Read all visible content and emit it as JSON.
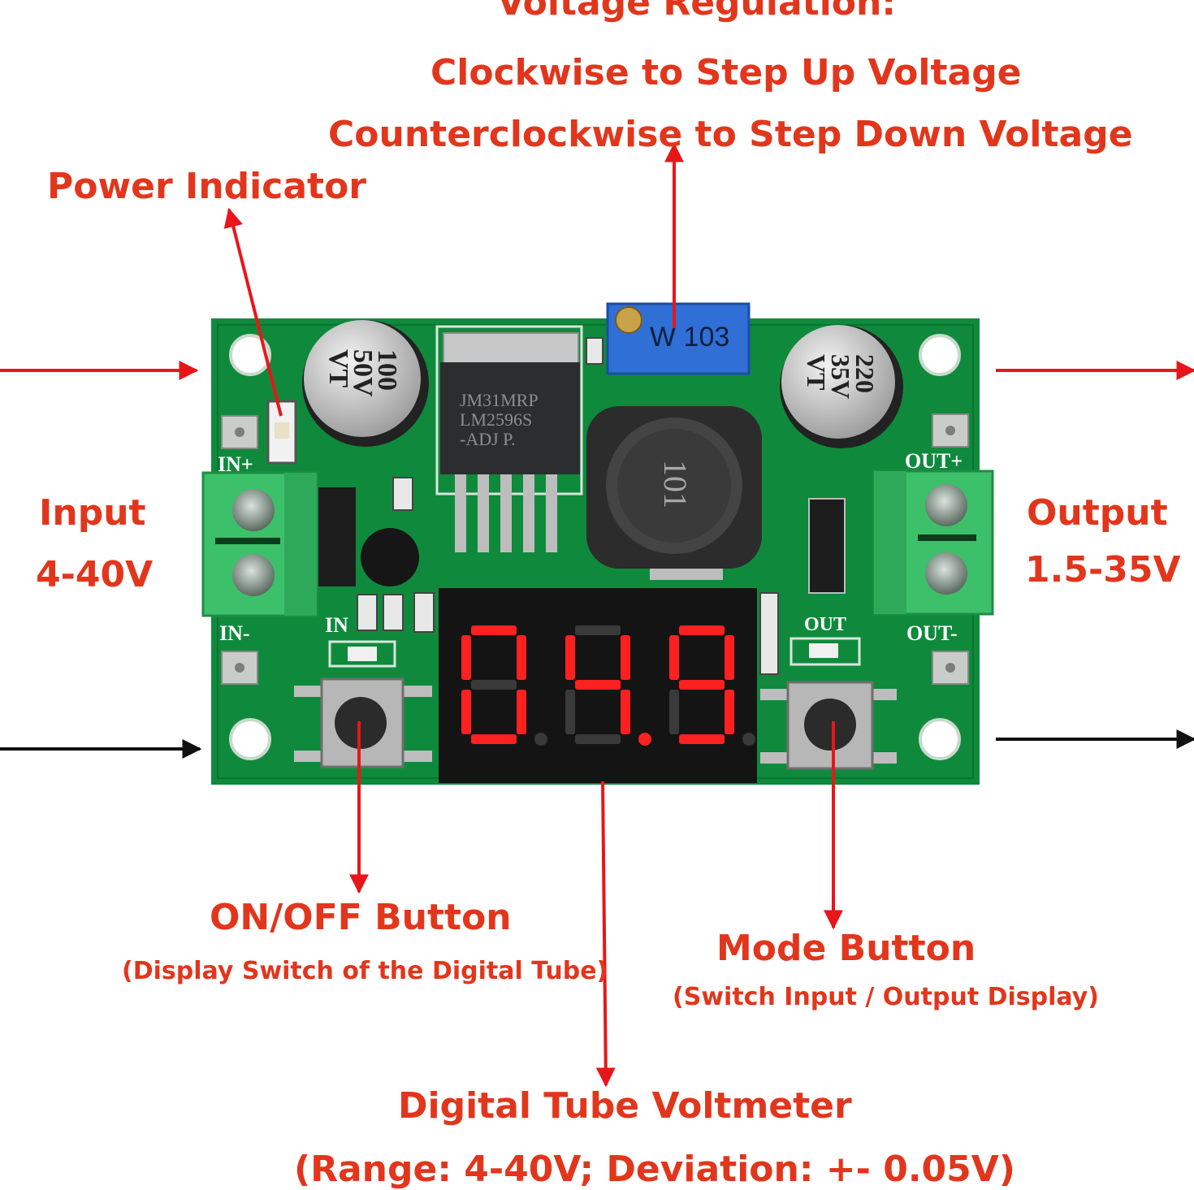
{
  "labels": {
    "voltage_regulation_title": "Voltage Regulation:",
    "clockwise": "Clockwise to Step Up Voltage",
    "counterclockwise": "Counterclockwise to Step Down Voltage",
    "power_indicator": "Power Indicator",
    "input_title": "Input",
    "input_range": "4-40V",
    "output_title": "Output",
    "output_range": "1.5-35V",
    "onoff_title": "ON/OFF Button",
    "onoff_sub": "(Display Switch of the Digital Tube)",
    "mode_title": "Mode Button",
    "mode_sub": "(Switch Input / Output Display)",
    "voltmeter_title": "Digital Tube Voltmeter",
    "voltmeter_sub": "(Range: 4-40V; Deviation: +- 0.05V)"
  },
  "board": {
    "in_plus": "IN+",
    "in_minus": "IN-",
    "out_plus": "OUT+",
    "out_minus": "OUT-",
    "in_led": "IN",
    "out_led": "OUT",
    "pot_marking": "W 103",
    "cap_left": [
      "100",
      "50V",
      "VT"
    ],
    "cap_right": [
      "220",
      "35V",
      "VT"
    ],
    "chip_lines": [
      "JM31MRP",
      "LM2596S",
      "-ADJ  P."
    ],
    "inductor_marking": "101",
    "display_value": "04.9"
  },
  "colors": {
    "label_red": "#e2361c",
    "pcb_green": "#0f8a3c",
    "terminal_green": "#3cc06a",
    "segment_red": "#ff2020",
    "display_bg": "#141414"
  }
}
